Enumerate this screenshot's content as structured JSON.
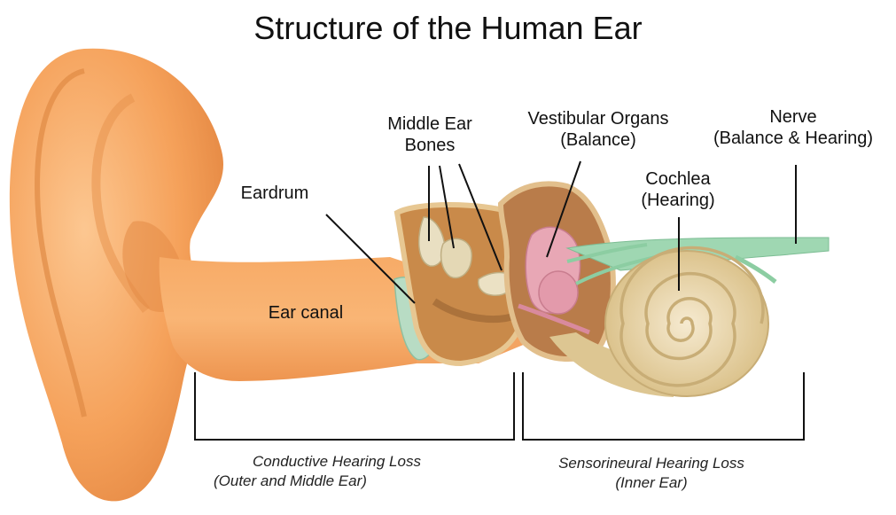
{
  "title": "Structure of the Human Ear",
  "labels": {
    "middle_ear_bones": [
      "Middle Ear",
      "Bones"
    ],
    "vestibular_organs": [
      "Vestibular Organs",
      "(Balance)"
    ],
    "nerve": [
      "Nerve",
      "(Balance & Hearing)"
    ],
    "cochlea": [
      "Cochlea",
      "(Hearing)"
    ],
    "eardrum": "Eardrum",
    "ear_canal": "Ear canal"
  },
  "brackets": {
    "conductive": [
      "Conductive Hearing Loss",
      "(Outer and Middle Ear)"
    ],
    "sensorineural": [
      "Sensorineural Hearing Loss",
      "(Inner Ear)"
    ]
  },
  "colors": {
    "skin": "#f5a15a",
    "skin_light": "#fbc38a",
    "skin_dark": "#d97a35",
    "eardrum": "#b8dcc4",
    "middle_ear_cavity": "#c98a4a",
    "bone": "#e9dfc2",
    "vestibular": "#e8a7b5",
    "nerve": "#9fd7b2",
    "cochlea": "#e6d3a6",
    "cochlea_line": "#c8ad76"
  }
}
